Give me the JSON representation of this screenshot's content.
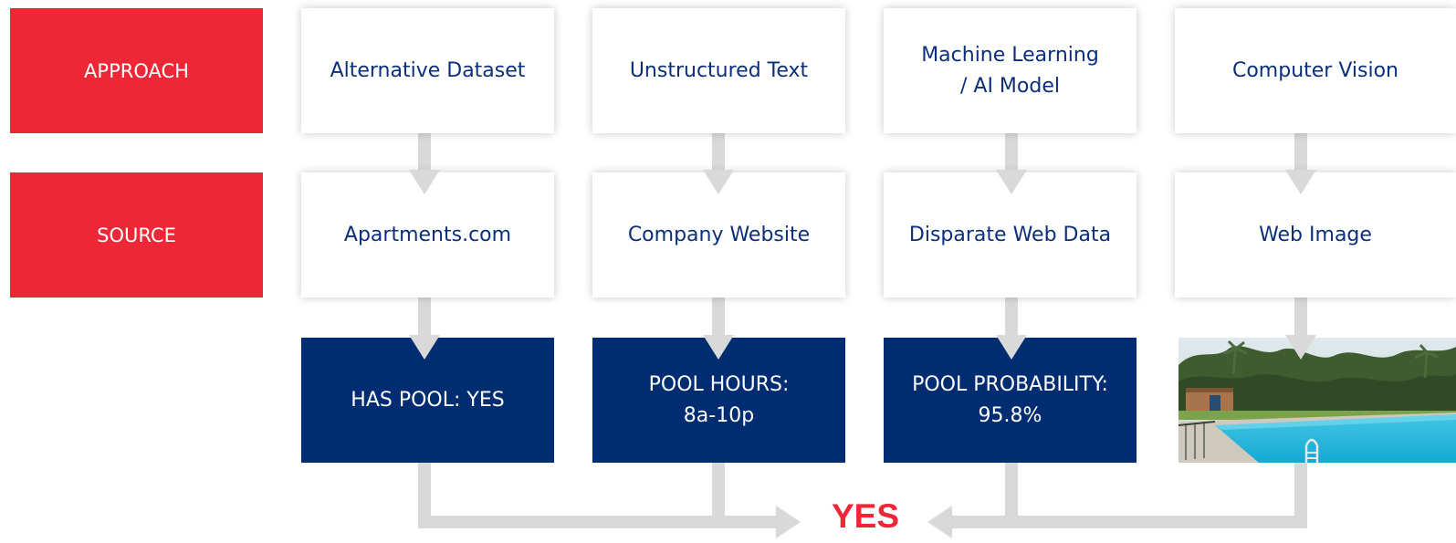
{
  "rows": {
    "approach_label": "APPROACH",
    "source_label": "SOURCE"
  },
  "approaches": [
    "Alternative Dataset",
    "Unstructured Text",
    "Machine Learning\n/ AI Model",
    "Computer Vision"
  ],
  "sources": [
    "Apartments.com",
    "Company Website",
    "Disparate Web Data",
    "Web Image"
  ],
  "results": [
    "HAS POOL: YES",
    "POOL HOURS:\n8a-10p",
    "POOL PROBABILITY:\n95.8%"
  ],
  "image": {
    "icon": "swimming-pool-photo"
  },
  "conclusion": "YES",
  "colors": {
    "label_red": "#ee2737",
    "result_navy": "#002d72",
    "text_navy": "#0b2f7a",
    "connector_gray": "#d9d9d9"
  }
}
